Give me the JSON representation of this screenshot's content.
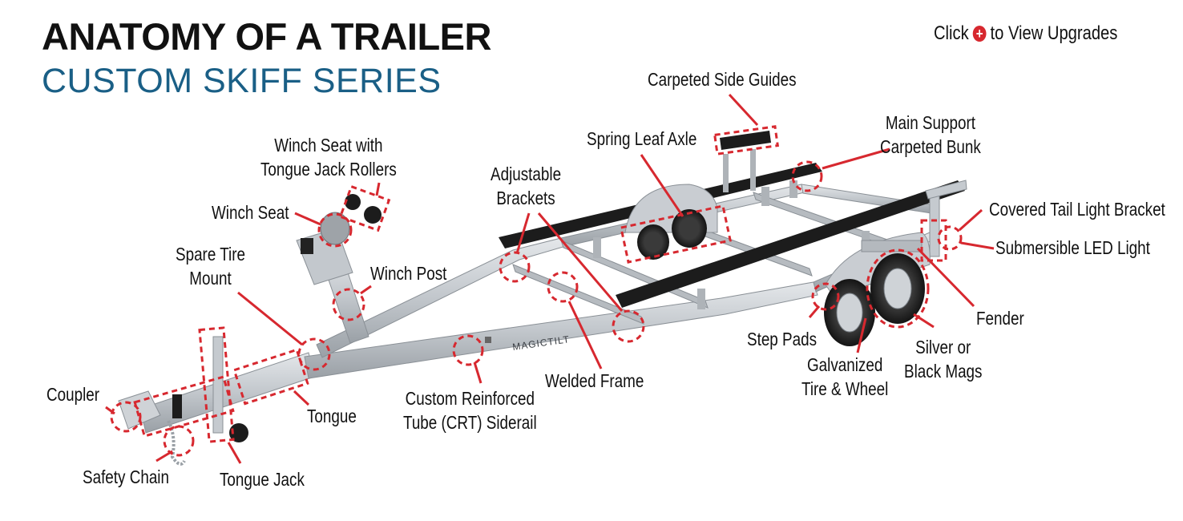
{
  "header": {
    "title": "ANATOMY OF A TRAILER",
    "subtitle": "CUSTOM SKIFF SERIES",
    "hint_before": "Click",
    "hint_icon": "plus-circle-icon",
    "hint_after": "to View Upgrades"
  },
  "trailer": {
    "brand_logo": "MAGICTILT"
  },
  "callouts": {
    "carpeted_side_guides": "Carpeted Side Guides",
    "main_support_bunk": "Main Support\nCarpeted Bunk",
    "spring_leaf_axle": "Spring Leaf Axle",
    "winch_seat_rollers": "Winch Seat with\nTongue Jack Rollers",
    "adjustable_brackets": "Adjustable\nBrackets",
    "winch_seat": "Winch Seat",
    "covered_tail_light": "Covered Tail Light Bracket",
    "submersible_led": "Submersible LED Light",
    "spare_tire_mount": "Spare Tire\nMount",
    "winch_post": "Winch Post",
    "fender": "Fender",
    "step_pads": "Step Pads",
    "silver_black_mags": "Silver or\nBlack Mags",
    "galvanized_tire": "Galvanized\nTire & Wheel",
    "welded_frame": "Welded Frame",
    "coupler": "Coupler",
    "custom_siderail": "Custom Reinforced\nTube (CRT) Siderail",
    "tongue": "Tongue",
    "safety_chain": "Safety Chain",
    "tongue_jack": "Tongue Jack"
  },
  "colors": {
    "accent_red": "#d7282f",
    "title_blue": "#1a5f86",
    "aluminum": "#c9cdd2",
    "bunk_black": "#1c1c1c"
  }
}
